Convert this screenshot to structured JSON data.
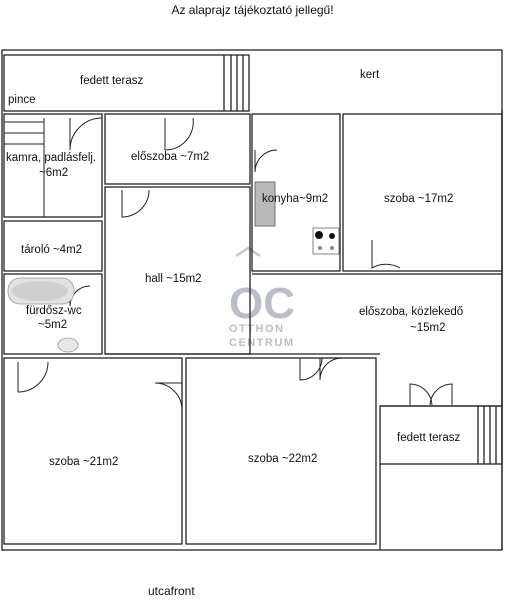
{
  "header": {
    "note": "Az alaprajz tájékoztató jellegű!"
  },
  "footer": {
    "street": "utcafront"
  },
  "labels": {
    "garden": "kert",
    "terrace_top": "fedett terasz",
    "cellar": "pince",
    "pantry_line1": "kamra, padlásfelj.",
    "pantry_line2": "~6m2",
    "entry_small": "előszoba ~7m2",
    "kitchen": "konyha~9m2",
    "room_17": "szoba ~17m2",
    "storage": "tároló ~4m2",
    "hall": "hall ~15m2",
    "bath_line1": "fürdősz-wc",
    "bath_line2": "~5m2",
    "entry_corridor_line1": "előszoba, közlekedő",
    "entry_corridor_line2": "~15m2",
    "terrace_bottom": "fedett terasz",
    "room_21": "szoba ~21m2",
    "room_22": "szoba ~22m2"
  },
  "watermark": {
    "logo": "OC",
    "line1": "OTTHON",
    "line2": "CENTRUM"
  }
}
